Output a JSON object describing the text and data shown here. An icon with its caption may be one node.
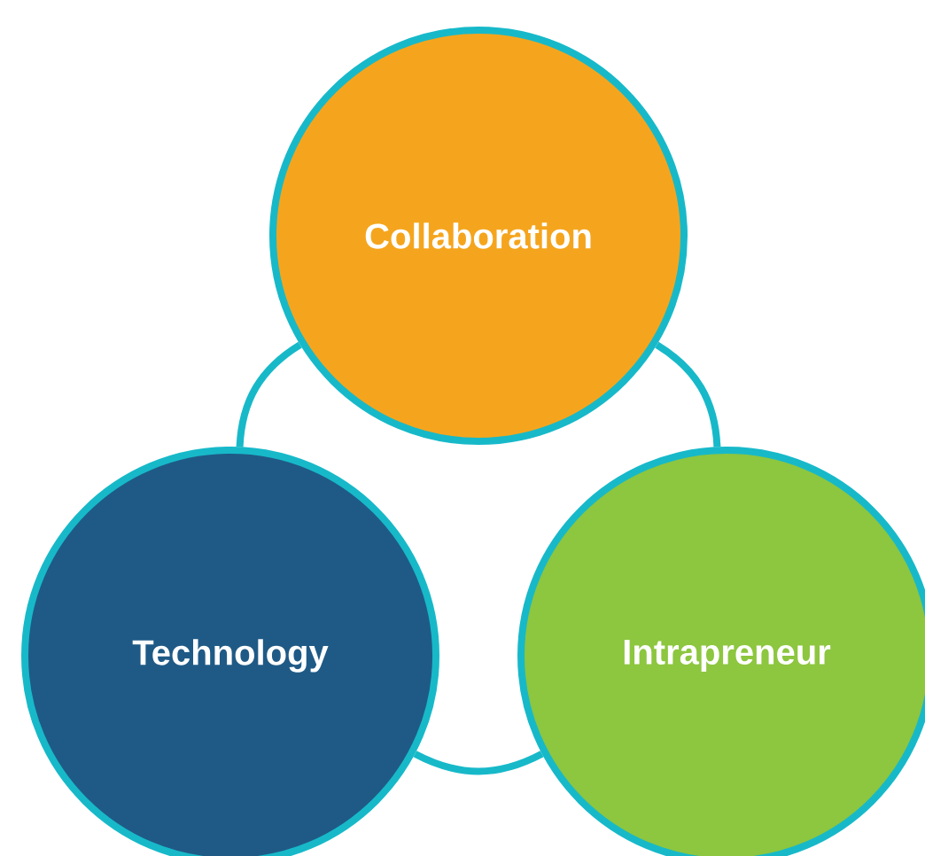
{
  "diagram": {
    "nodes": [
      {
        "text": [
          "Collaboration"
        ]
      },
      {
        "text": [
          "Technology"
        ]
      },
      {
        "text": [
          "Intrapreneur"
        ]
      }
    ],
    "edges": [
      {
        "from": 0,
        "to": 1,
        "arrow": "none"
      },
      {
        "from": 0,
        "to": 2,
        "arrow": "none"
      },
      {
        "from": 1,
        "to": 2,
        "arrow": "none"
      }
    ]
  }
}
